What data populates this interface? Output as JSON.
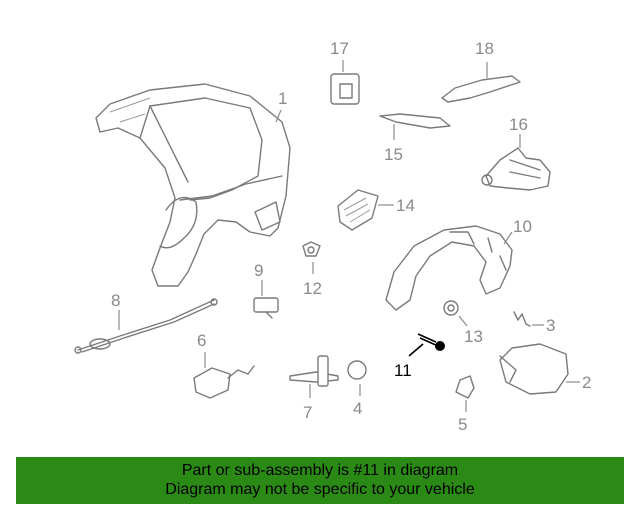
{
  "highlighted_part": "11",
  "part_labels": [
    "1",
    "2",
    "3",
    "4",
    "5",
    "6",
    "7",
    "8",
    "9",
    "10",
    "11",
    "12",
    "13",
    "14",
    "15",
    "16",
    "17",
    "18"
  ],
  "banner": {
    "line1": "Part or sub-assembly is #11 in diagram",
    "line2": "Diagram may not be specific to your vehicle"
  },
  "colors": {
    "banner": "#2b8a15",
    "parts": "#7a7a7a",
    "highlight": "#000000"
  }
}
